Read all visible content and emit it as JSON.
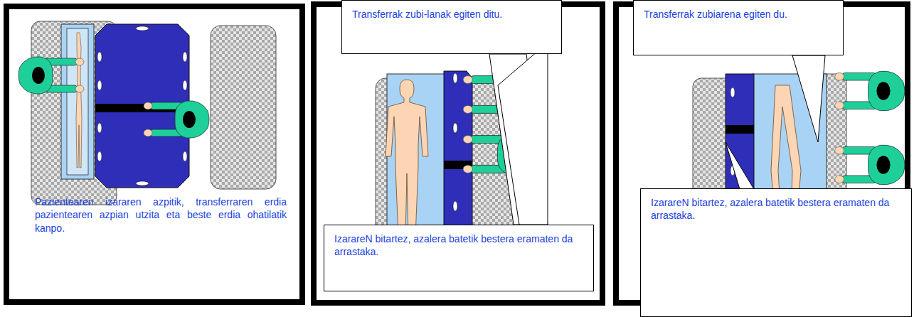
{
  "diagram": {
    "nodes": [
      {
        "text": [
          "Pazientearen izararen azpitik, transferraren erdia pazientearen azpian utzita eta beste erdia ohatilatik kanpo."
        ]
      },
      {
        "text": [
          "Transferrak zubi-lanak egiten ditu."
        ]
      },
      {
        "text": [
          "IzarareN bitartez, azalera batetik bestera eramaten da arrastaka."
        ]
      },
      {
        "text": [
          "Transferrak zubiarena egiten du."
        ]
      },
      {
        "text": [
          "IzarareN bitartez, azalera batetik bestera eramaten da arrastaka."
        ]
      }
    ]
  }
}
